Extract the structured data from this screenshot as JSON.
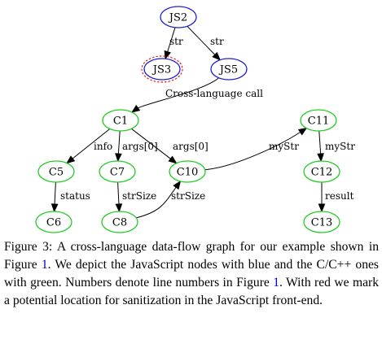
{
  "diagram": {
    "nodes": [
      {
        "id": "JS2",
        "label": "JS2",
        "lang": "js"
      },
      {
        "id": "JS3",
        "label": "JS3",
        "lang": "js",
        "sanitize": true
      },
      {
        "id": "JS5",
        "label": "JS5",
        "lang": "js"
      },
      {
        "id": "C1",
        "label": "C1",
        "lang": "c"
      },
      {
        "id": "C5",
        "label": "C5",
        "lang": "c"
      },
      {
        "id": "C7",
        "label": "C7",
        "lang": "c"
      },
      {
        "id": "C10",
        "label": "C10",
        "lang": "c"
      },
      {
        "id": "C11",
        "label": "C11",
        "lang": "c"
      },
      {
        "id": "C6",
        "label": "C6",
        "lang": "c"
      },
      {
        "id": "C8",
        "label": "C8",
        "lang": "c"
      },
      {
        "id": "C12",
        "label": "C12",
        "lang": "c"
      },
      {
        "id": "C13",
        "label": "C13",
        "lang": "c"
      }
    ],
    "edges": [
      {
        "from": "JS2",
        "to": "JS3",
        "label": "str"
      },
      {
        "from": "JS2",
        "to": "JS5",
        "label": "str"
      },
      {
        "from": "JS5",
        "to": "C1",
        "label": "Cross-language call"
      },
      {
        "from": "C1",
        "to": "C5",
        "label": "info"
      },
      {
        "from": "C1",
        "to": "C7",
        "label": "args[0]"
      },
      {
        "from": "C1",
        "to": "C10",
        "label": "args[0]"
      },
      {
        "from": "C5",
        "to": "C6",
        "label": "status"
      },
      {
        "from": "C7",
        "to": "C8",
        "label": "strSize"
      },
      {
        "from": "C8",
        "to": "C10",
        "label": "strSize"
      },
      {
        "from": "C10",
        "to": "C11",
        "label": "myStr"
      },
      {
        "from": "C11",
        "to": "C12",
        "label": "myStr"
      },
      {
        "from": "C12",
        "to": "C13",
        "label": "result"
      }
    ]
  },
  "colors": {
    "js_node": "#1f1fcc",
    "c_node": "#22cc22",
    "sanitize_mark": "#dd2222"
  },
  "caption": {
    "p1": "Figure 3: A cross-language data-flow graph for our example shown in Figure ",
    "ref1": "1",
    "p2": ". We depict the JavaScript nodes with blue and the C/C++ ones with green. Numbers denote line numbers in Figure ",
    "ref2": "1",
    "p3": ". With red we mark a potential location for sanitization in the JavaScript front-end."
  }
}
